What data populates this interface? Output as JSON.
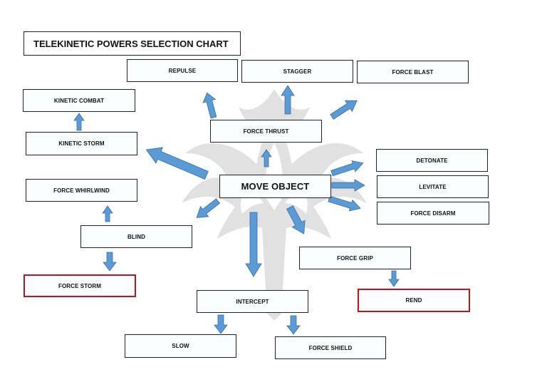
{
  "title": "TELEKINETIC POWERS SELECTION CHART",
  "colors": {
    "arrow_fill": "#5b9bd5",
    "arrow_stroke": "#3a6fa3",
    "highlight_border": "#c0141c",
    "emblem": "#d9d9d9"
  },
  "nodes": {
    "repulse": "REPULSE",
    "stagger": "STAGGER",
    "force_blast": "FORCE BLAST",
    "kinetic_combat": "KINETIC COMBAT",
    "force_thrust": "FORCE THRUST",
    "kinetic_storm": "KINETIC STORM",
    "detonate": "DETONATE",
    "move_object": "MOVE OBJECT",
    "levitate": "LEVITATE",
    "force_whirlwind": "FORCE WHIRLWIND",
    "force_disarm": "FORCE DISARM",
    "blind": "BLIND",
    "force_grip": "FORCE GRIP",
    "force_storm": "FORCE STORM",
    "intercept": "INTERCEPT",
    "rend": "REND",
    "slow": "SLOW",
    "force_shield": "FORCE SHIELD"
  },
  "icons": {
    "watermark": "dragon-emblem-icon"
  }
}
